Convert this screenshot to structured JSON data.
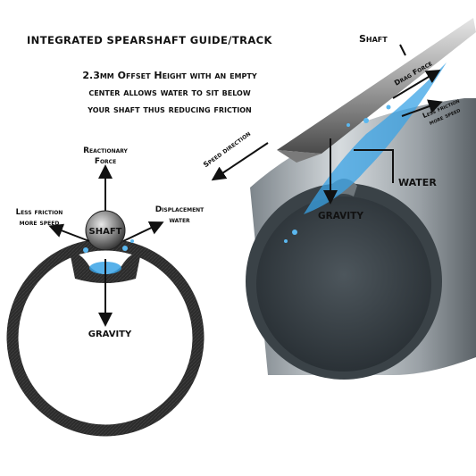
{
  "title": "Integrated Spearshaft Guide/Track",
  "subtitle_lines": [
    "2.3mm Offset Height with an empty",
    "center allows water to sit below",
    "your shaft thus reducing friction"
  ],
  "left_diagram": {
    "reactionary_force": [
      "Reactionary",
      "Force"
    ],
    "less_friction": [
      "Less friction",
      "more speed"
    ],
    "displacement_water": [
      "Displacement",
      "water"
    ],
    "shaft": "SHAFT",
    "gravity": "GRAVITY"
  },
  "right_diagram": {
    "shaft": "Shaft",
    "drag_force": "Drag Force",
    "less_friction": [
      "Less friction",
      "more speed"
    ],
    "speed_direction": "Speed direction",
    "water": "WATER",
    "gravity": "GRAVITY"
  },
  "colors": {
    "text": "#111111",
    "tube_dark": "#2c3236",
    "tube_light": "#c9cfd3",
    "water": "#3aa3e6",
    "ring": "#2a2a2a"
  }
}
